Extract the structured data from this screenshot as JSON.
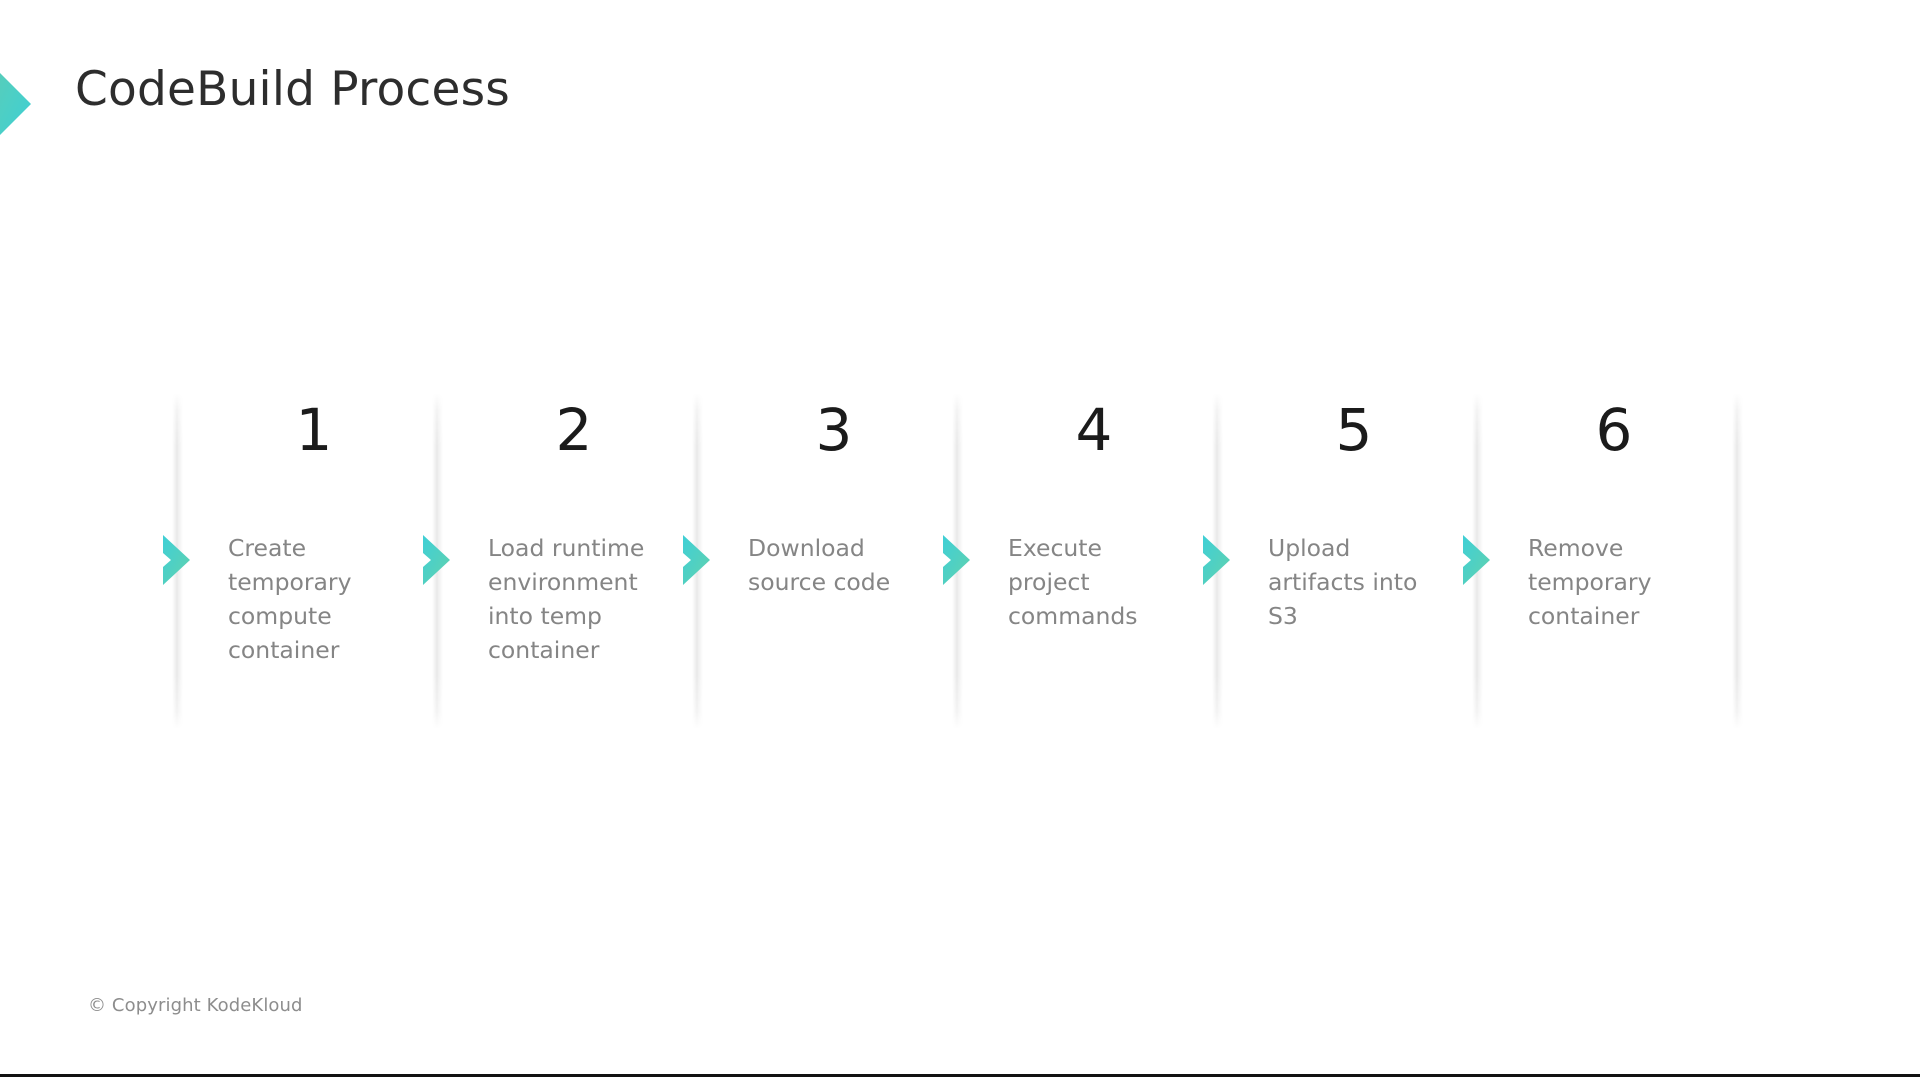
{
  "slide": {
    "title": "CodeBuild Process",
    "background_color": "#ffffff",
    "title_color": "#2d2d2d",
    "accent_color_start": "#5cc9b4",
    "accent_color_end": "#3fd0d8",
    "step_number_color": "#1b1b1b",
    "step_text_color": "#858585",
    "divider_color": "#e3e3e3"
  },
  "title_chevron": {
    "icon": "chevron-right-icon"
  },
  "steps": [
    {
      "number": "1",
      "text": "Create\ntemporary\ncompute\ncontainer",
      "icon": "chevron-right-icon"
    },
    {
      "number": "2",
      "text": "Load runtime\nenvironment\ninto temp\ncontainer",
      "icon": "chevron-right-icon"
    },
    {
      "number": "3",
      "text": "Download\nsource code",
      "icon": "chevron-right-icon"
    },
    {
      "number": "4",
      "text": "Execute\nproject\ncommands",
      "icon": "chevron-right-icon"
    },
    {
      "number": "5",
      "text": "Upload\nartifacts into\nS3",
      "icon": "chevron-right-icon"
    },
    {
      "number": "6",
      "text": "Remove\ntemporary\ncontainer",
      "icon": "chevron-right-icon"
    }
  ],
  "footer": {
    "copyright": "© Copyright KodeKloud"
  }
}
